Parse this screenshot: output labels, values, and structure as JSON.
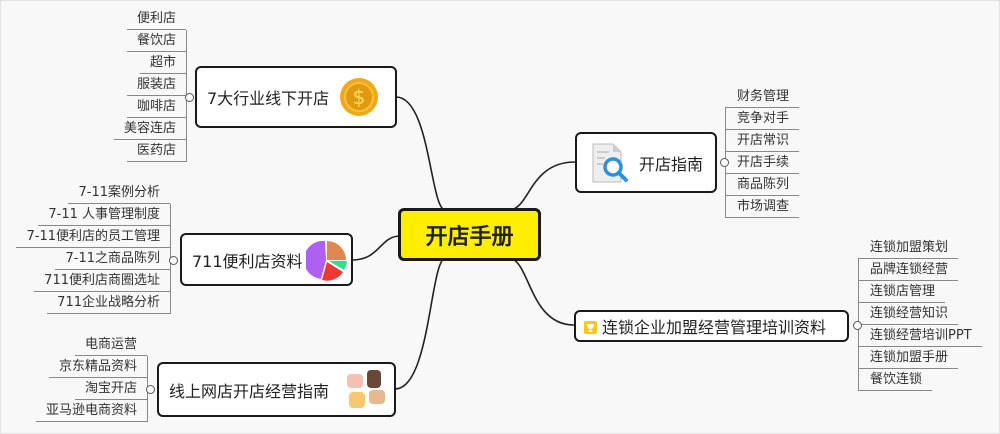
{
  "center": {
    "label": "开店手册"
  },
  "branches": [
    {
      "id": "offline",
      "label": "7大行业线下开店",
      "icon": "coin-icon",
      "side": "left",
      "children": [
        "便利店",
        "餐饮店",
        "超市",
        "服装店",
        "咖啡店",
        "美容连店",
        "医药店"
      ]
    },
    {
      "id": "seven-eleven",
      "label": "711便利店资料",
      "icon": "pie-chart-icon",
      "side": "left",
      "children": [
        "7-11案例分析",
        "7-11 人事管理制度",
        "7-11便利店的员工管理",
        "7-11之商品陈列",
        "711便利店商圈选址",
        "711企业战略分析"
      ]
    },
    {
      "id": "online",
      "label": "线上网店开店经营指南",
      "icon": "hands-icon",
      "side": "left",
      "children": [
        "电商运营",
        "京东精品资料",
        "淘宝开店",
        "亚马逊电商资料"
      ]
    },
    {
      "id": "guide",
      "label": "开店指南",
      "icon": "document-search-icon",
      "side": "right",
      "children": [
        "财务管理",
        "竞争对手",
        "开店常识",
        "开店手续",
        "商品陈列",
        "市场调查"
      ]
    },
    {
      "id": "chain",
      "label": "连锁企业加盟经营管理培训资料",
      "icon": "trophy-icon",
      "side": "right",
      "children": [
        "连锁加盟策划",
        "品牌连锁经营",
        "连锁店管理",
        "连锁经营知识",
        "连锁经营培训PPT",
        "连锁加盟手册",
        "餐饮连锁"
      ]
    }
  ],
  "colors": {
    "center_fill": "#ffee00",
    "border": "#1a1a1a",
    "line": "#888888"
  }
}
